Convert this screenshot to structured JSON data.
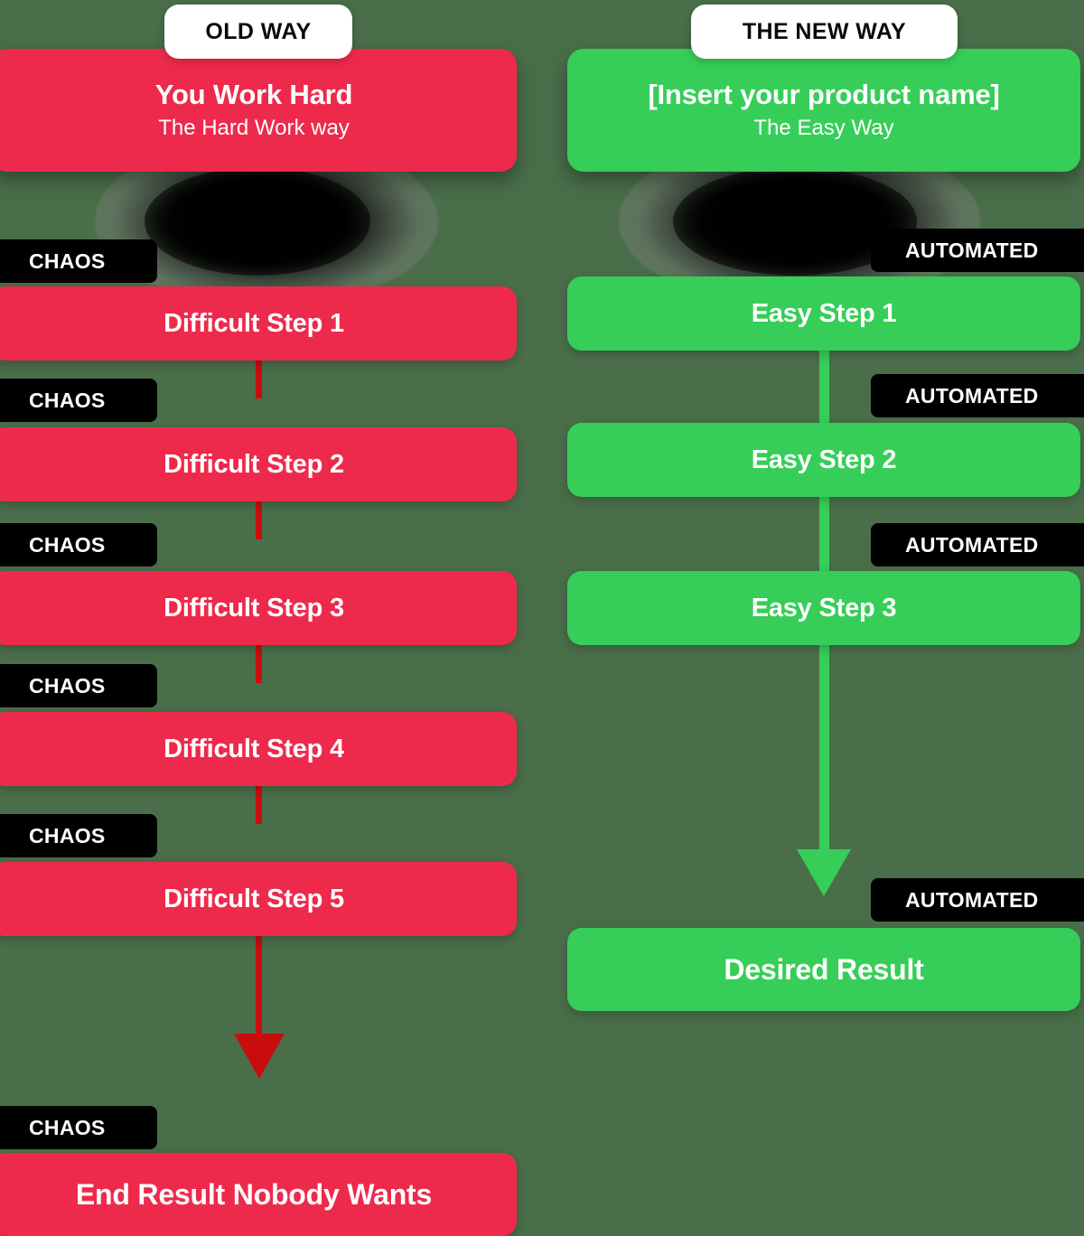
{
  "colors": {
    "background": "#4a6e4a",
    "red": "#ee2a4c",
    "green": "#36ce58",
    "red_connector": "#c90d0d",
    "badge_black": "#000000",
    "pill_white": "#ffffff",
    "text_white": "#ffffff"
  },
  "left_column": {
    "pill_label": "OLD WAY",
    "header": {
      "title": "You Work Hard",
      "subtitle": "The Hard Work way"
    },
    "badge_label": "CHAOS",
    "steps": [
      {
        "badge": "CHAOS",
        "label": "Difficult Step 1"
      },
      {
        "badge": "CHAOS",
        "label": "Difficult Step 2"
      },
      {
        "badge": "CHAOS",
        "label": "Difficult Step 3"
      },
      {
        "badge": "CHAOS",
        "label": "Difficult Step 4"
      },
      {
        "badge": "CHAOS",
        "label": "Difficult Step 5"
      }
    ],
    "result": {
      "badge": "CHAOS",
      "label": "End Result Nobody Wants"
    }
  },
  "right_column": {
    "pill_label": "THE NEW WAY",
    "header": {
      "title": "[Insert your product name]",
      "subtitle": "The Easy Way"
    },
    "badge_label": "AUTOMATED",
    "steps": [
      {
        "badge": "AUTOMATED",
        "label": "Easy Step 1"
      },
      {
        "badge": "AUTOMATED",
        "label": "Easy Step 2"
      },
      {
        "badge": "AUTOMATED",
        "label": "Easy Step 3"
      }
    ],
    "result": {
      "badge": "AUTOMATED",
      "label": "Desired Result"
    }
  }
}
